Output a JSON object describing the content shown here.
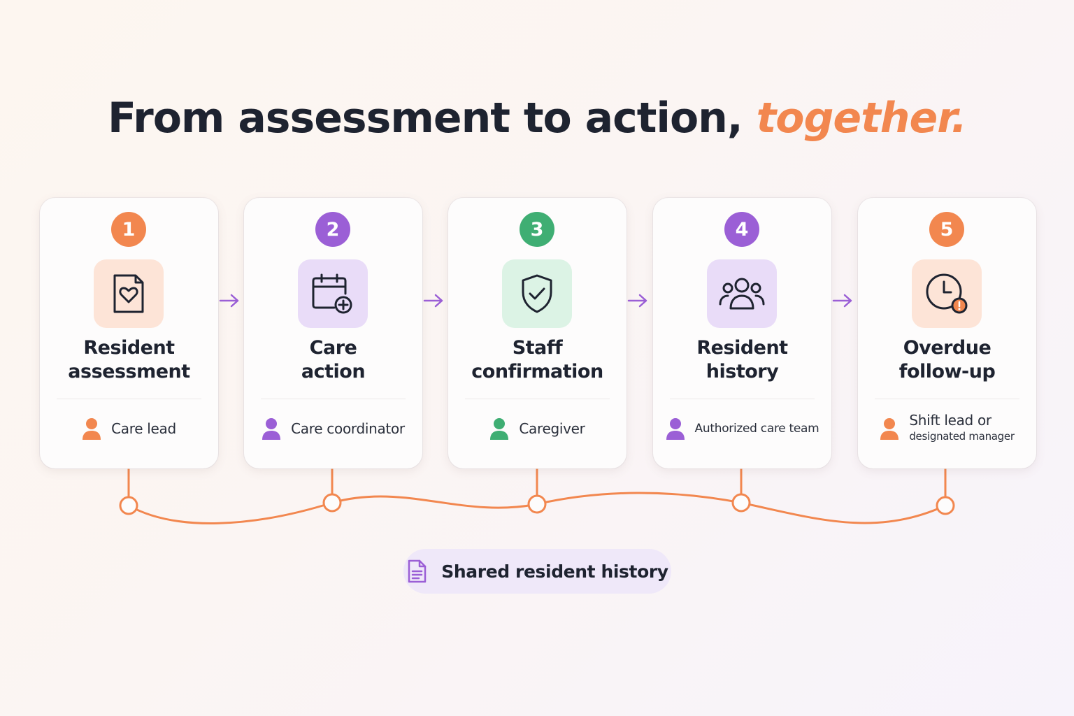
{
  "title": {
    "main": "From assessment to action,",
    "accent": "together."
  },
  "colors": {
    "orange": "#f2874f",
    "purple": "#9b5fd6",
    "green": "#3fae73",
    "dark": "#1e2330"
  },
  "steps": [
    {
      "number": "1",
      "title_line1": "Resident",
      "title_line2": "assessment",
      "icon": "heart-document-icon",
      "role": "Care lead",
      "role_line2": "",
      "color": "orange"
    },
    {
      "number": "2",
      "title_line1": "Care",
      "title_line2": "action",
      "icon": "calendar-plus-icon",
      "role": "Care coordinator",
      "role_line2": "",
      "color": "purple"
    },
    {
      "number": "3",
      "title_line1": "Staff",
      "title_line2": "confirmation",
      "icon": "shield-check-icon",
      "role": "Caregiver",
      "role_line2": "",
      "color": "green"
    },
    {
      "number": "4",
      "title_line1": "Resident",
      "title_line2": "history",
      "icon": "group-icon",
      "role": "Authorized care team",
      "role_line2": "",
      "color": "purple"
    },
    {
      "number": "5",
      "title_line1": "Overdue",
      "title_line2": "follow-up",
      "icon": "clock-alert-icon",
      "role": "Shift lead or",
      "role_line2": "designated manager",
      "color": "orange"
    }
  ],
  "footer": {
    "label": "Shared resident history",
    "icon": "document-icon"
  }
}
